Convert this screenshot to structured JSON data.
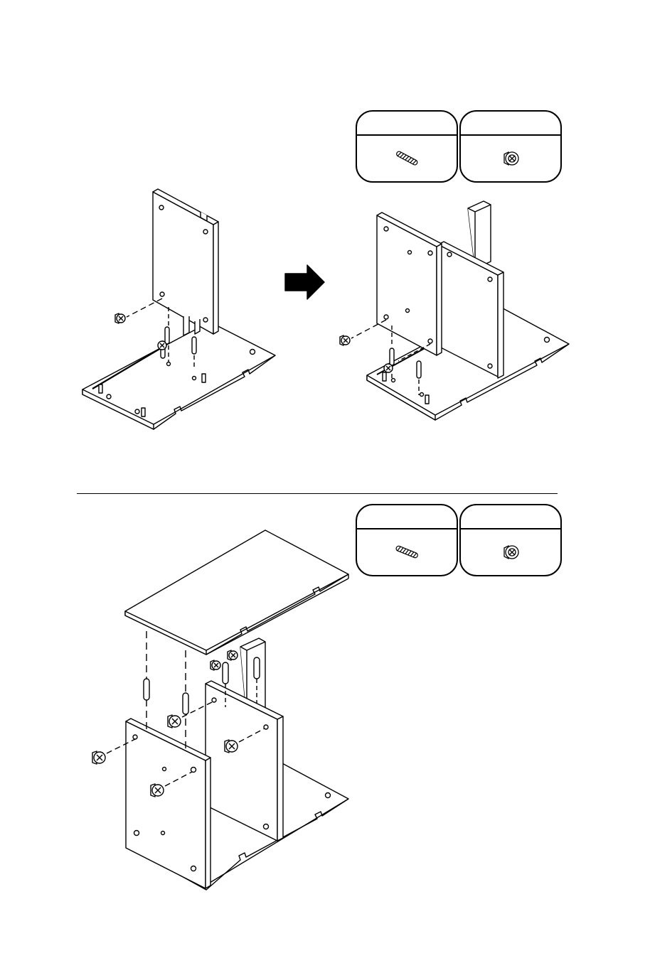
{
  "steps": [
    {
      "parts": [
        {
          "name": "wood-dowel",
          "label": "",
          "icon": "dowel-icon"
        },
        {
          "name": "cam-lock",
          "label": "",
          "icon": "cam-lock-icon"
        }
      ],
      "arrow": "right-arrow-icon"
    },
    {
      "parts": [
        {
          "name": "wood-dowel",
          "label": "",
          "icon": "dowel-icon"
        },
        {
          "name": "cam-lock",
          "label": "",
          "icon": "cam-lock-icon"
        }
      ]
    }
  ],
  "colors": {
    "line": "#000000",
    "panel": "#ffffff"
  }
}
